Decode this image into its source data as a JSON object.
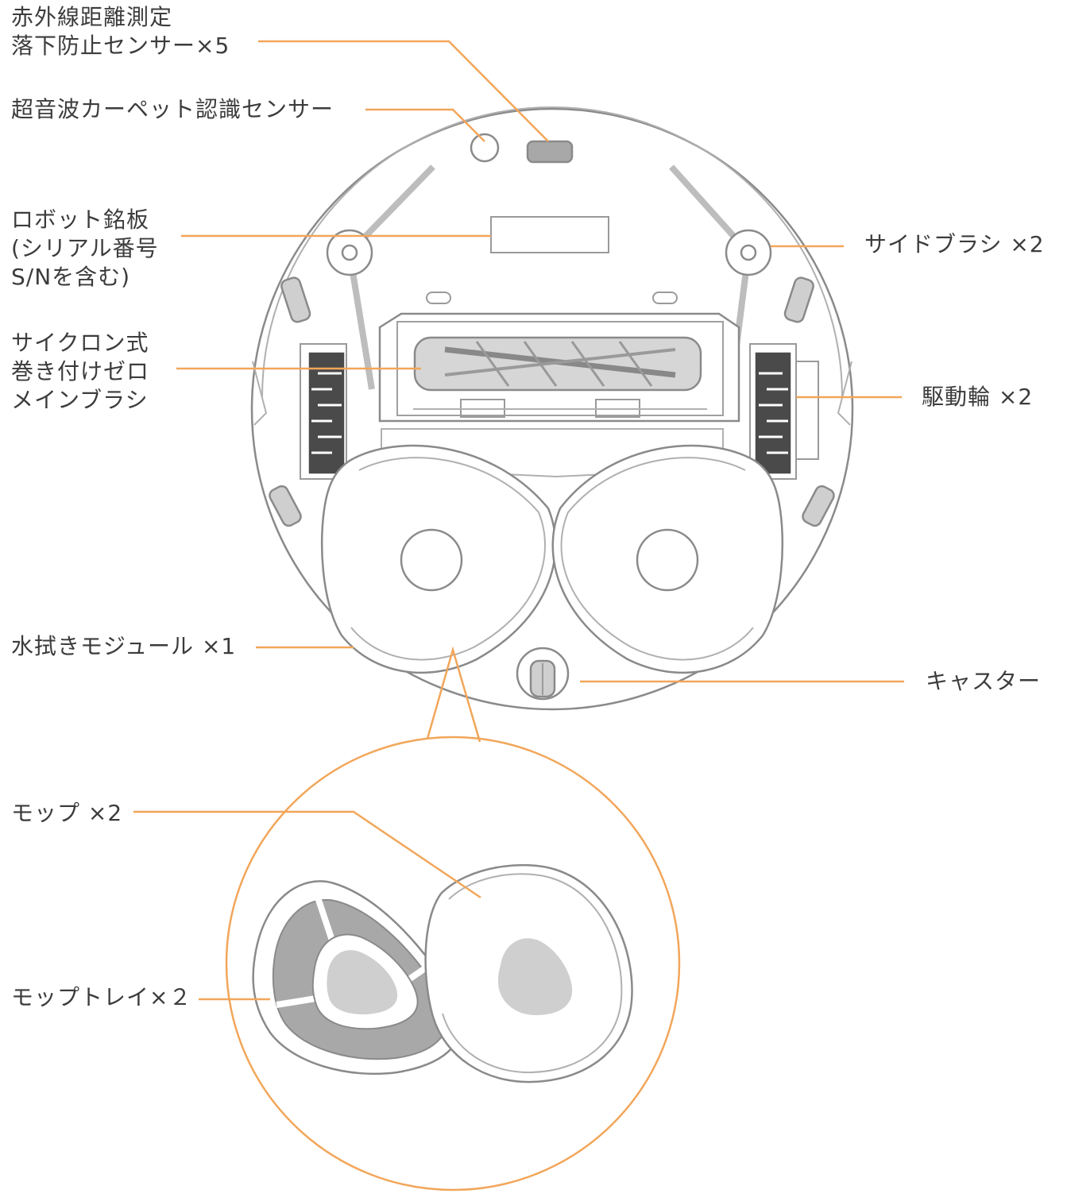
{
  "colors": {
    "leader": "#f2a65a",
    "outline": "#8a8a8a",
    "light_outline": "#b0b0b0",
    "dark_fill": "#4a4a4a",
    "mid_fill": "#a8a8a8",
    "light_fill": "#cfcfcf",
    "text": "#3c3c3c"
  },
  "labels": {
    "ir_sensor": {
      "line1": "赤外線距離測定",
      "line2": "落下防止センサー×5"
    },
    "ultrasonic": "超音波カーペット認識センサー",
    "nameplate": {
      "line1": "ロボット銘板",
      "line2": "(シリアル番号",
      "line3": "S/Nを含む)"
    },
    "main_brush": {
      "line1": "サイクロン式",
      "line2": "巻き付けゼロ",
      "line3": "メインブラシ"
    },
    "side_brush": "サイドブラシ ×2",
    "drive_wheel": "駆動輪 ×2",
    "mop_module": "水拭きモジュール ×1",
    "caster": "キャスター",
    "mop": "モップ ×2",
    "mop_tray": "モップトレイ×２"
  },
  "icons": {
    "robot": "robot-vacuum-bottom-view",
    "mop": "mop-pad",
    "mop_tray": "mop-tray"
  }
}
